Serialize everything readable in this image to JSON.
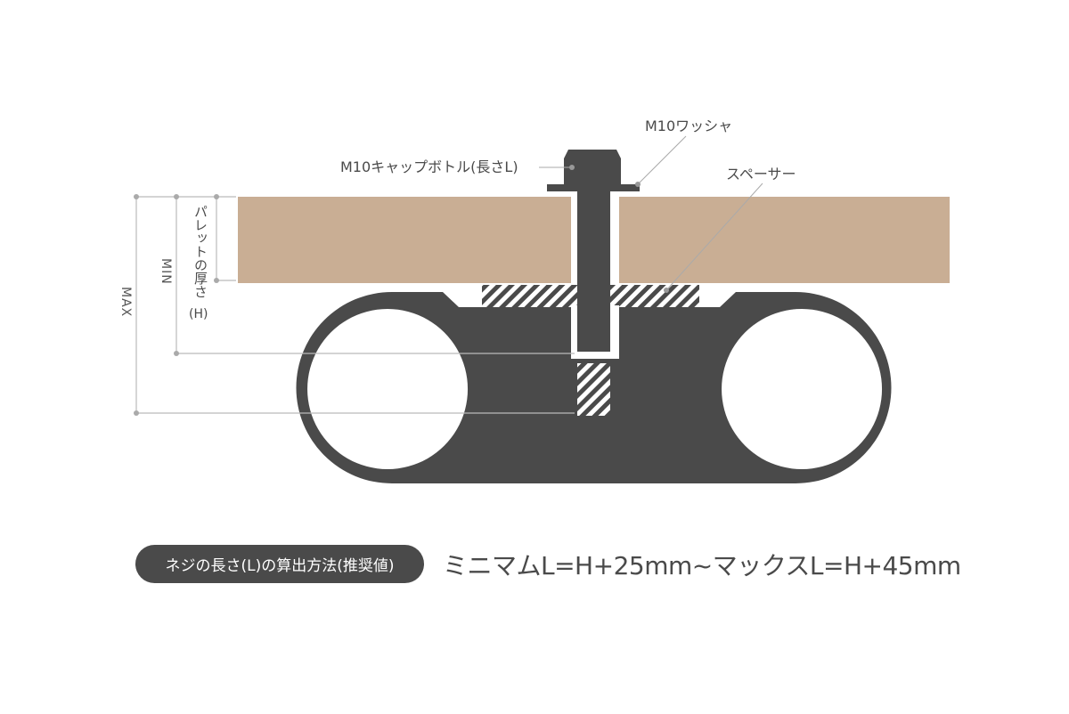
{
  "labels": {
    "bolt": "M10キャップボトル(長さL)",
    "washer": "M10ワッシャ",
    "spacer": "スペーサー",
    "thickness": "パレットの厚さ",
    "thickness_sym": "(H)",
    "min": "MIN",
    "max": "MAX"
  },
  "footer": {
    "pill": "ネジの長さ(L)の算出方法(推奨値)",
    "formula": "ミニマムL=H+25mm~マックスL=H+45mm"
  },
  "colors": {
    "wood": "#c9ae94",
    "metal": "#4a4a4a",
    "dimension": "#bbbbbb"
  }
}
